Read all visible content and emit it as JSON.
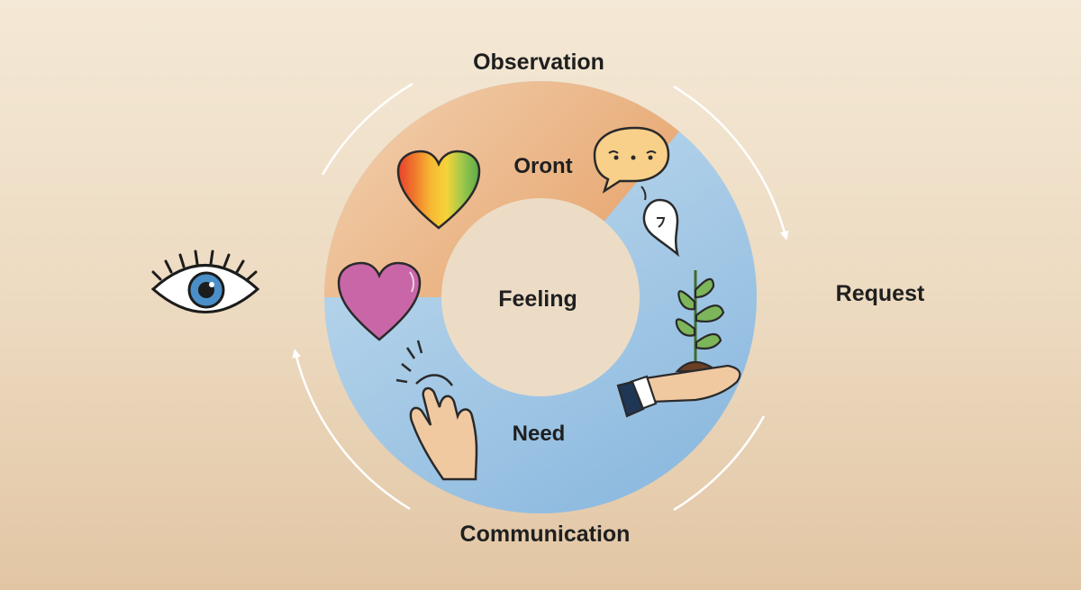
{
  "labels": {
    "top": "Observation",
    "right": "Request",
    "bottom": "Communication",
    "ring_upper": "Oront",
    "center": "Feeling",
    "ring_lower": "Need"
  },
  "colors": {
    "ring_warm": "#ebb787",
    "ring_cool": "#a9cde6",
    "center": "#ecdcc6",
    "arrow": "#ffffff"
  },
  "icons": [
    "eye-icon",
    "rainbow-heart-icon",
    "pink-heart-icon",
    "speech-bubble-icon",
    "small-speech-bubble-icon",
    "seedling-in-hand-icon",
    "snapping-hand-icon"
  ]
}
